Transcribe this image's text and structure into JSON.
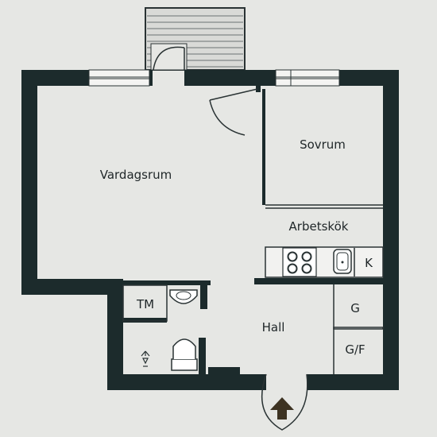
{
  "colors": {
    "paper": "#e6e7e4",
    "wall": "#1c2b2c",
    "line": "#2a3334",
    "fixture": "#fdfdfd",
    "arrow": "#3d3322"
  },
  "rooms": {
    "living": "Vardagsrum",
    "bedroom": "Sovrum",
    "kitchen": "Arbetskök",
    "hall": "Hall"
  },
  "fixtures": {
    "kitchen_k": "K",
    "washer": "TM",
    "closet_g": "G",
    "closet_gf": "G/F"
  },
  "icons": {
    "entrance": "entrance-arrow-icon",
    "stove": "stove-icon",
    "sink": "sink-icon",
    "toilet": "toilet-icon",
    "light": "ceiling-light-icon"
  }
}
